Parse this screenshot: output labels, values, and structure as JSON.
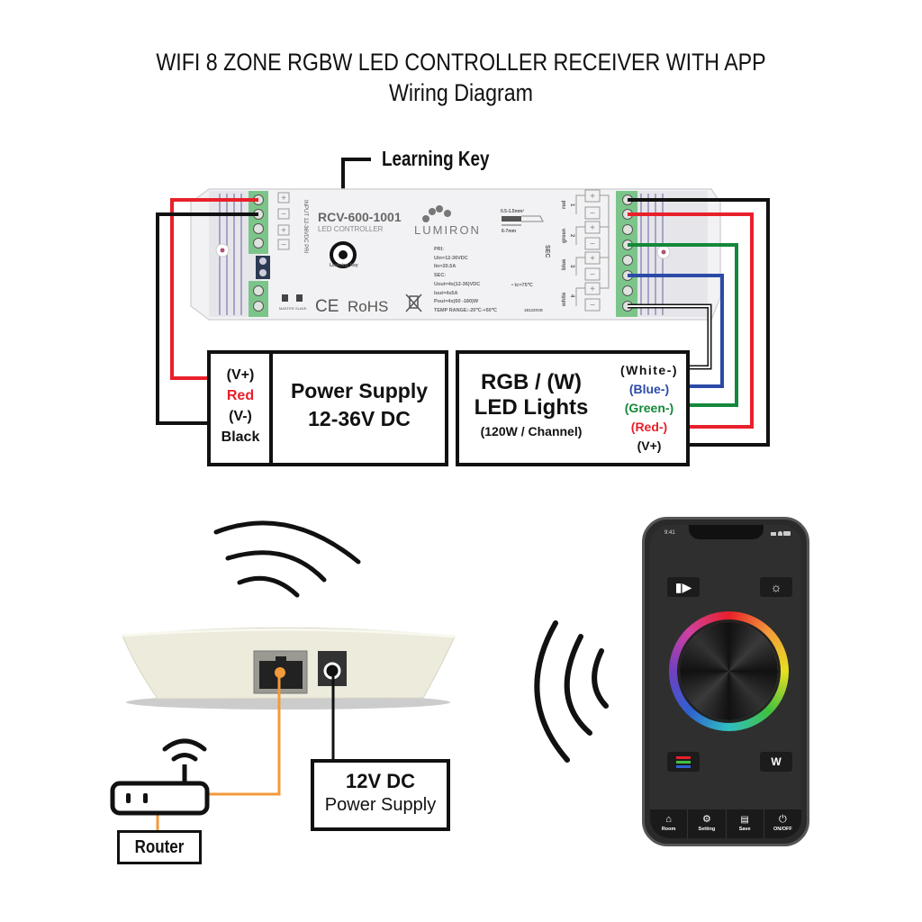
{
  "header": {
    "title": "WIFI 8 ZONE RGBW LED CONTROLLER RECEIVER WITH APP",
    "subtitle": "Wiring Diagram"
  },
  "controller": {
    "callout": "Learning Key",
    "model": "RCV-600-1001",
    "type": "LED CONTROLLER",
    "brand": "LUMIRON",
    "learning_key_small": "Learning Key",
    "input_label": "INPUT 12-36VDC PRI",
    "wire_spec": "0.5-1.5mm²",
    "strip_length": "6-7mm",
    "specs": [
      "PRI:",
      "Uin=12-36VDC",
      "Iin=20.5A",
      "SEC:",
      "Uout=4x(12-36)VDC",
      "Iout=4x5A",
      "Pout=4x(60 -180)W",
      "TEMP RANGE:-20℃-+50℃"
    ],
    "tc": "• tc=75℃",
    "code": "181220VE",
    "master": "MASTER",
    "slave": "SLAVE",
    "cert_ce": "CE",
    "cert_rohs": "RoHS",
    "sec_label": "SEC",
    "channels": [
      {
        "name": "red",
        "num": "1"
      },
      {
        "name": "green",
        "num": "2"
      },
      {
        "name": "blue",
        "num": "3"
      },
      {
        "name": "white",
        "num": "4"
      }
    ]
  },
  "power_supply": {
    "vplus": "(V+)",
    "red": "Red",
    "vminus": "(V-)",
    "black": "Black",
    "title_line1": "Power Supply",
    "title_line2": "12-36V DC"
  },
  "led_lights": {
    "line1": "RGB / (W)",
    "line2": "LED Lights",
    "line3": "(120W / Channel)",
    "white": "(White-)",
    "blue": "(Blue-)",
    "green": "(Green-)",
    "red": "(Red-)",
    "vplus": "(V+)"
  },
  "network": {
    "psu_line1": "12V DC",
    "psu_line2": "Power Supply",
    "router": "Router"
  },
  "phone": {
    "time": "9:41",
    "tabs": [
      "Room",
      "Setting",
      "Save",
      "ON/OFF"
    ],
    "w_button": "W"
  },
  "colors": {
    "red": "#e8202a",
    "green": "#14883a",
    "blue": "#2b4aa8",
    "orange": "#f39a3a",
    "black": "#111111",
    "terminal_green": "#7cc58a"
  }
}
